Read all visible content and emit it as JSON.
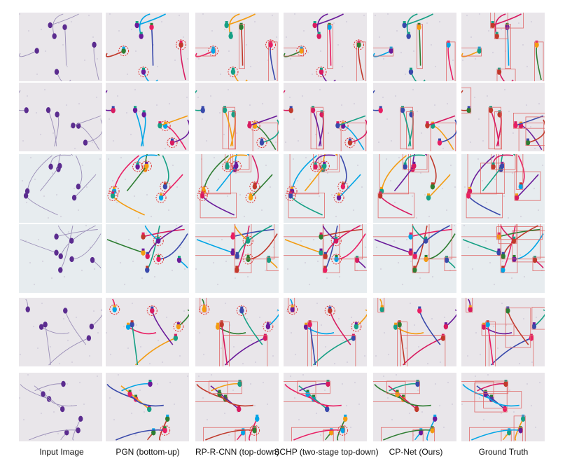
{
  "figure": {
    "columns": [
      {
        "key": "input",
        "caption": "Input Image",
        "boxes": false,
        "heads": false
      },
      {
        "key": "pgn",
        "caption": "PGN (bottom-up)",
        "boxes": false,
        "heads": true
      },
      {
        "key": "rprcnn",
        "caption": "RP-R-CNN (top-down)",
        "boxes": true,
        "heads": true
      },
      {
        "key": "schp",
        "caption": "SCHP (two-stage top-down)",
        "boxes": true,
        "heads": true
      },
      {
        "key": "cpnet",
        "caption": "CP-Net (Ours)",
        "boxes": true,
        "heads": true
      },
      {
        "key": "gt",
        "caption": "Ground Truth",
        "boxes": true,
        "heads": true
      }
    ],
    "rows": 6,
    "colors": {
      "input_head": "#5b2c8f",
      "input_tail": "#9b8fb8",
      "tile_bg_light": "#e9e6ea",
      "tile_bg_blue": "#e7ecef",
      "box": "#e06a6a",
      "circle": "#e03030",
      "parts": [
        "#c0392b",
        "#e91e63",
        "#2e7d32",
        "#00a5e6",
        "#f39c12",
        "#6a1b9a",
        "#16a085",
        "#d81b60",
        "#3949ab"
      ]
    }
  }
}
